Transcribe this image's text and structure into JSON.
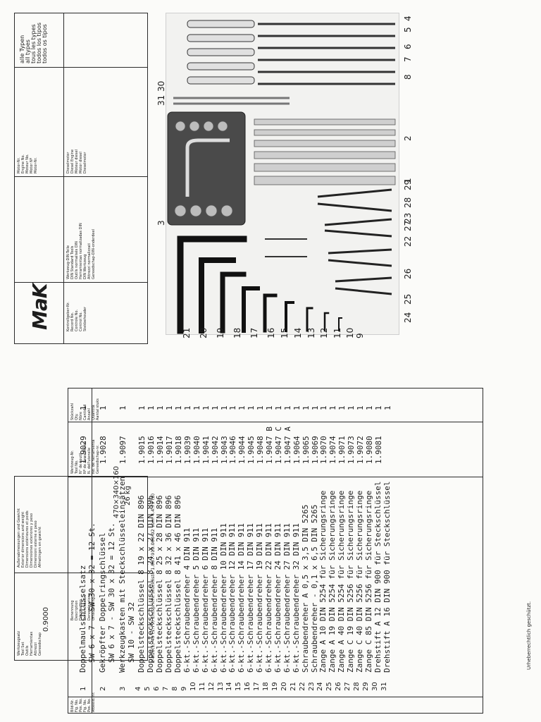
{
  "parts_table": {
    "header": {
      "pos": [
        "Bild-Nr.",
        "Fig. No.",
        "Pos. No.",
        "Fig. No.",
        "Pos. No.",
        "Afbeeld.-nr."
      ],
      "description": [
        "Benennung",
        "Description",
        "Désignation",
        "Denominación",
        "Denominazione",
        "Omschrijving"
      ],
      "part_no": [
        "Werkzeug-Nr.",
        "Tool No.",
        "N° de l'outil",
        "Nº de herramienta",
        "N. dell'utensile",
        "No. de herramienta",
        "Gereedschap-nr."
      ],
      "qty": [
        "Stückzahl",
        "Qty.",
        "Nbre",
        "Cantidad",
        "Anzahl",
        "Quantità",
        "Aantal stuks"
      ]
    },
    "rows": [
      {
        "pos": "1",
        "desc": [
          "Doppelmaulschlüsselsatz",
          "SW 6 x 7 - SW 30 x 32 = 12 St."
        ],
        "part": "1.9029",
        "qty": "1"
      },
      {
        "pos": "2",
        "desc": [
          "Gekröpfter Doppelringschlüssel",
          "SW 6 x 7 - SW 30 x 32 = 12 St."
        ],
        "part": "1.9028",
        "qty": "1"
      },
      {
        "pos": "3",
        "desc": [
          "Werkzeugkasten mit Steckschlüsseleinsätzen",
          "SW 10 - SW 32"
        ],
        "part": "1.9097",
        "qty": "1"
      },
      {
        "pos": "4",
        "desc": [
          "Doppelsteckschlüssel 8 19 x 22 DIN 896"
        ],
        "part": "1.9015",
        "qty": "1"
      },
      {
        "pos": "5",
        "desc": [
          "Doppelsteckschlüssel 8 24 x 27 DIN 896"
        ],
        "part": "1.9016",
        "qty": "1"
      },
      {
        "pos": "6",
        "desc": [
          "Doppelsteckschlüssel 8 25 x 28 DIN 896"
        ],
        "part": "1.9014",
        "qty": "1"
      },
      {
        "pos": "7",
        "desc": [
          "Doppelsteckschlüssel 8 32 x 36 DIN 896"
        ],
        "part": "1.9017",
        "qty": "1"
      },
      {
        "pos": "8",
        "desc": [
          "Doppelsteckschlüssel 8 41 x 46 DIN 896"
        ],
        "part": "1.9018",
        "qty": "1"
      },
      {
        "pos": "9",
        "desc": [
          "6-kt.-Schraubendreher 4 DIN 911"
        ],
        "part": "1.9039",
        "qty": "1"
      },
      {
        "pos": "10",
        "desc": [
          "6-kt.-Schraubendreher 5 DIN 911"
        ],
        "part": "1.9040",
        "qty": "1"
      },
      {
        "pos": "11",
        "desc": [
          "6-kt.-Schraubendreher 6 DIN 911"
        ],
        "part": "1.9041",
        "qty": "1"
      },
      {
        "pos": "12",
        "desc": [
          "6-kt.-Schraubendreher 8 DIN 911"
        ],
        "part": "1.9042",
        "qty": "1"
      },
      {
        "pos": "13",
        "desc": [
          "6-kt.-Schraubendreher 10 DIN 911"
        ],
        "part": "1.9043",
        "qty": "1"
      },
      {
        "pos": "14",
        "desc": [
          "6-kt.-Schraubendreher 12 DIN 911"
        ],
        "part": "1.9046",
        "qty": "1"
      },
      {
        "pos": "15",
        "desc": [
          "6-kt.-Schraubendreher 14 DIN 911"
        ],
        "part": "1.9044",
        "qty": "1"
      },
      {
        "pos": "16",
        "desc": [
          "6-kt.-Schraubendreher 17 DIN 911"
        ],
        "part": "1.9045",
        "qty": "1"
      },
      {
        "pos": "17",
        "desc": [
          "6-kt.-Schraubendreher 19 DIN 911"
        ],
        "part": "1.9048",
        "qty": "1"
      },
      {
        "pos": "18",
        "desc": [
          "6-kt.-Schraubendreher 22 DIN 911"
        ],
        "part": "1.9047 B",
        "qty": "1"
      },
      {
        "pos": "19",
        "desc": [
          "6-kt.-Schraubendreher 24 DIN 911"
        ],
        "part": "1.9047 C",
        "qty": "1"
      },
      {
        "pos": "20",
        "desc": [
          "6-kt.-Schraubendreher 27 DIN 911"
        ],
        "part": "1.9047 A",
        "qty": "1"
      },
      {
        "pos": "21",
        "desc": [
          "6-kt.-Schraubendreher 32 DIN 911"
        ],
        "part": "1.9064",
        "qty": "1"
      },
      {
        "pos": "22",
        "desc": [
          "Schraubendreher A 0,5 x 3,5 DIN 5265"
        ],
        "part": "1.9065",
        "qty": "1"
      },
      {
        "pos": "23",
        "desc": [
          "Schraubendreher - 0,1 x 6,5 DIN 5265"
        ],
        "part": "1.9069",
        "qty": "1"
      },
      {
        "pos": "24",
        "desc": [
          "Zange A 10 DIN 5254 für Sicherungsringe"
        ],
        "part": "1.9070",
        "qty": "1"
      },
      {
        "pos": "25",
        "desc": [
          "Zange A 19 DIN 5254 für Sicherungsringe"
        ],
        "part": "1.9074",
        "qty": "1"
      },
      {
        "pos": "26",
        "desc": [
          "Zange A 40 DIN 5254 für Sicherungsringe"
        ],
        "part": "1.9071",
        "qty": "1"
      },
      {
        "pos": "27",
        "desc": [
          "Zange C 19 DIN 5256 für Sicherungsringe"
        ],
        "part": "1.9073",
        "qty": "1"
      },
      {
        "pos": "28",
        "desc": [
          "Zange C 40 DIN 5256 für Sicherungsringe"
        ],
        "part": "1.9072",
        "qty": "1"
      },
      {
        "pos": "29",
        "desc": [
          "Zange C 85 DIN 5256 für Sicherungsringe"
        ],
        "part": "1.9080",
        "qty": "1"
      },
      {
        "pos": "30",
        "desc": [
          "Drehstift A 12 DIN 900 für Steckschlüssel"
        ],
        "part": "1.9081",
        "qty": "1"
      },
      {
        "pos": "31",
        "desc": [
          "Drehstift A 16 DIN 900 für Steckschlüssel"
        ],
        "part": "",
        "qty": "1"
      }
    ]
  },
  "copyright_note": "Urheberrechtlich geschützt.",
  "title_block": {
    "logo_text": "MaK",
    "record_labels": [
      "Kontrollgeber-Nr.",
      "Record No.",
      "Controle No.",
      "Control No.",
      "Stekbehouder"
    ],
    "tool_group_labels": [
      "Werkzeug-DIN-Teile",
      "DIN Standard Tools",
      "Outils normalisés DIN",
      "Herramientas normalizadas DIN",
      "DIN Werkzeug",
      "Attrezzi normalizzati",
      "Gereedschap-DIN-onderdeel"
    ],
    "engine_labels": [
      "Dieselmotor",
      "Diesel Engine",
      "Moteur diesel",
      "Motor diesel",
      "Dieselmotor"
    ],
    "motor_no_labels": [
      "Motor-Nr.",
      "Engine No.",
      "Moteur No.",
      "Motor Nº",
      "Motor-Nr."
    ],
    "types": [
      "alle Typen",
      "all types",
      "tous les types",
      "todos los tipos",
      "todos os tipos"
    ],
    "weight_labels": [
      "Werkzeugsatz",
      "Tool Set",
      "Outils",
      "Herramientas",
      "Attrezzi",
      "Gereedschap"
    ],
    "weight_value": "0.9000",
    "dims_labels": [
      "Außenabmessungen und Gewicht",
      "Exterior dimensions and weight",
      "Dimensions extérieures et poids",
      "Dimensiones exteriores y peso",
      "Dimensioni esterne e peso",
      "Afmetingen en gewicht"
    ],
    "dims_value": "470×340×160",
    "mass_value": "26 kg",
    "doc_ref": "2-410(1)-49 (1.79) Entspricht Stückliste 1.007-910.000-02 vom 4.4.79 (B)"
  },
  "photo": {
    "callouts_right": [
      "4",
      "5",
      "6",
      "7",
      "8",
      "2",
      "1",
      "29",
      "28",
      "23",
      "27",
      "22",
      "26",
      "25",
      "24"
    ],
    "callouts_left": [
      "31",
      "30",
      "3",
      "21",
      "20",
      "19",
      "18",
      "17",
      "16",
      "15",
      "14",
      "13",
      "12",
      "11",
      "10",
      "9"
    ]
  }
}
